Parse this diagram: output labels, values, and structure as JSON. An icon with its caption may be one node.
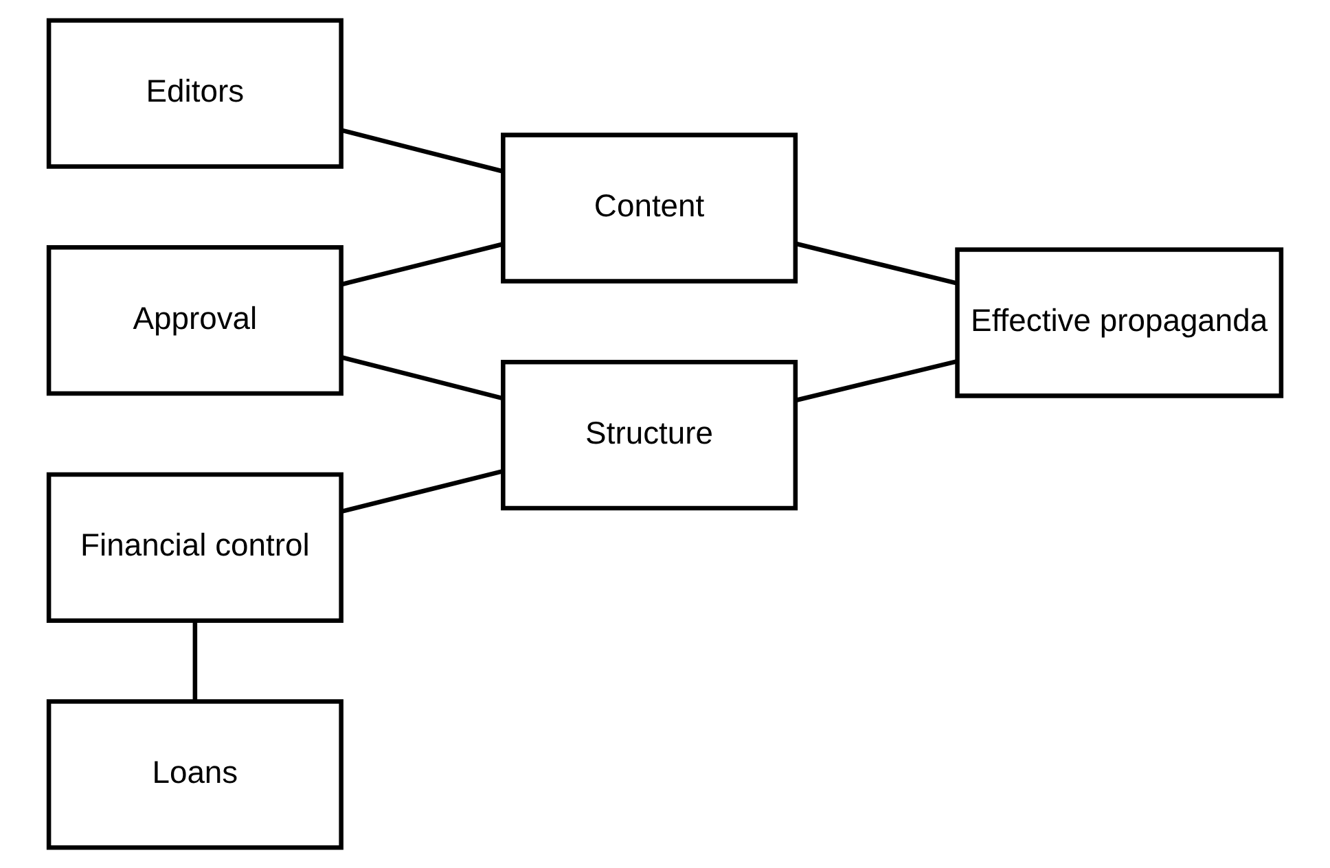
{
  "diagram": {
    "nodes": [
      {
        "text": [
          "Editors"
        ]
      },
      {
        "text": [
          "Approval"
        ]
      },
      {
        "text": [
          "Financial control"
        ]
      },
      {
        "text": [
          "Loans"
        ]
      },
      {
        "text": [
          "Content"
        ]
      },
      {
        "text": [
          "Structure"
        ]
      },
      {
        "text": [
          "Effective propaganda"
        ]
      }
    ],
    "edges": [
      {
        "from": 0,
        "to": 4,
        "arrow": "none"
      },
      {
        "from": 1,
        "to": 4,
        "arrow": "none"
      },
      {
        "from": 1,
        "to": 5,
        "arrow": "none"
      },
      {
        "from": 2,
        "to": 5,
        "arrow": "none"
      },
      {
        "from": 4,
        "to": 6,
        "arrow": "none"
      },
      {
        "from": 5,
        "to": 6,
        "arrow": "none"
      },
      {
        "from": 2,
        "to": 3,
        "arrow": "none"
      }
    ]
  }
}
